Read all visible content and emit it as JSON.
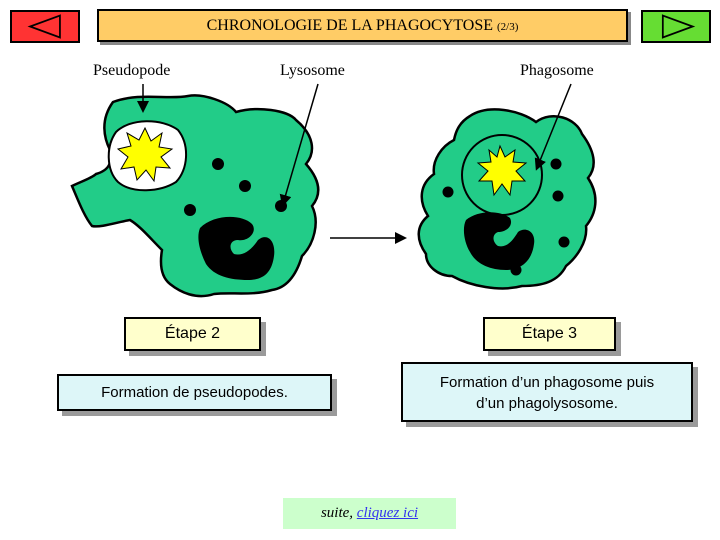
{
  "header": {
    "title": "CHRONOLOGIE DE LA PHAGOCYTOSE",
    "title_part": "(2/3)",
    "prev_icon": "left-triangle",
    "next_icon": "right-triangle"
  },
  "labels": {
    "pseudopode": "Pseudopode",
    "lysosome": "Lysosome",
    "phagosome": "Phagosome"
  },
  "steps": [
    {
      "title": "Étape 2",
      "description": "Formation de pseudopodes."
    },
    {
      "title": "Étape 3",
      "description_line1": "Formation d’un phagosome puis",
      "description_line2": "d’un phagolysosome."
    }
  ],
  "footer": {
    "prefix": "suite, ",
    "link": "cliquez ici"
  },
  "colors": {
    "cell": "#22cc88",
    "bacteria": "#ffff00",
    "title_bg": "#ffcc66",
    "prev_button": "#ff3333",
    "next_button": "#66dd33",
    "step_bg": "#ffffcc",
    "description_bg": "#ddf6f8",
    "footer_bg": "#ccffcc"
  }
}
